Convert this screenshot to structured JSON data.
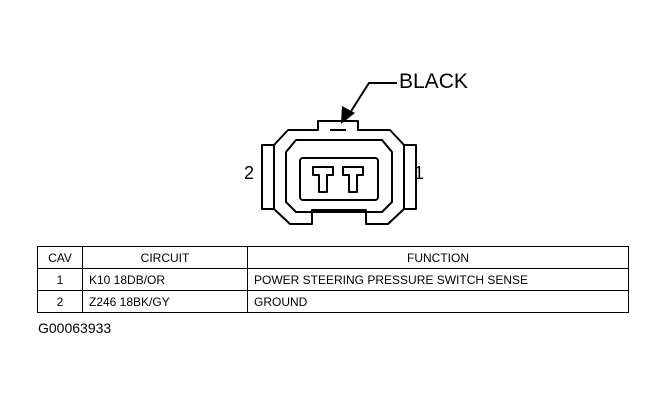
{
  "connector": {
    "color_label": "BLACK",
    "pin_left_label": "2",
    "pin_right_label": "1"
  },
  "table": {
    "headers": [
      "CAV",
      "CIRCUIT",
      "FUNCTION"
    ],
    "rows": [
      {
        "cav": "1",
        "circuit": "K10 18DB/OR",
        "function": "POWER STEERING PRESSURE SWITCH SENSE"
      },
      {
        "cav": "2",
        "circuit": "Z246 18BK/GY",
        "function": "GROUND"
      }
    ]
  },
  "figure_id": "G00063933"
}
